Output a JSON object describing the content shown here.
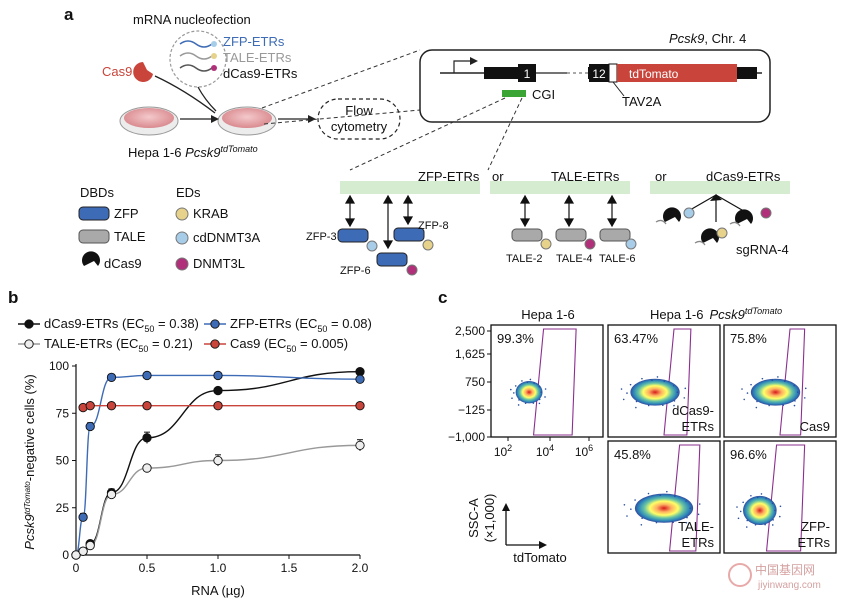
{
  "panel_labels": {
    "a": "a",
    "b": "b",
    "c": "c"
  },
  "panel_a": {
    "nucleofection_title": "mRNA nucleofection",
    "zfp_etrs": "ZFP-ETRs",
    "tale_etrs": "TALE-ETRs",
    "dcas9_etrs": "dCas9-ETRs",
    "cas9": "Cas9",
    "flow_1": "Flow",
    "flow_2": "cytometry",
    "cell_line_prefix": "Hepa 1-6 ",
    "cell_gene": "Pcsk9",
    "cell_sup": "tdTomato",
    "locus_gene": "Pcsk9",
    "locus_chr": ", Chr. 4",
    "exon_1": "1",
    "exon_12": "12",
    "tdtomato": "tdTomato",
    "tav2a": "TAV2A",
    "cgi": "CGI",
    "dbds_title": "DBDs",
    "eds_title": "EDs",
    "dbd_zfp": "ZFP",
    "dbd_tale": "TALE",
    "dbd_dcas9": "dCas9",
    "ed_krab": "KRAB",
    "ed_cddnmt3a": "cdDNMT3A",
    "ed_dnmt3l": "DNMT3L",
    "or": "or",
    "zfp3": "ZFP-3",
    "zfp6": "ZFP-6",
    "zfp8": "ZFP-8",
    "tale2": "TALE-2",
    "tale4": "TALE-4",
    "tale6": "TALE-6",
    "sgrna": "sgRNA-4",
    "colors": {
      "zfp": "#3d6bb5",
      "tale": "#a9a9a9",
      "krab": "#e6d28a",
      "cddnmt3a": "#a8cde8",
      "dnmt3l": "#b0307a",
      "cas9": "#c9453b",
      "cgi": "#3aa535",
      "band": "#d5ecd0"
    }
  },
  "chart_data": {
    "type": "scatter",
    "ylabel_gene": "Pcsk9",
    "ylabel_sup": "tdTomato",
    "ylabel_rest": "-negative cells (%)",
    "xlabel": "RNA (µg)",
    "xlim": [
      0,
      2.0
    ],
    "ylim": [
      0,
      100
    ],
    "xticks": [
      "0",
      "0.5",
      "1.0",
      "1.5",
      "2.0"
    ],
    "yticks": [
      "0",
      "25",
      "50",
      "75",
      "100"
    ],
    "grid": false,
    "legend": "top",
    "series": [
      {
        "name": "dCas9-ETRs (EC",
        "ec": "50",
        "ec_value": " = 0.38)",
        "color": "#111111",
        "x": [
          0,
          0.05,
          0.1,
          0.25,
          0.5,
          1.0,
          2.0
        ],
        "y": [
          0,
          2,
          6,
          33,
          62,
          87,
          97
        ],
        "err": [
          0,
          0,
          1,
          2,
          3,
          1,
          1
        ]
      },
      {
        "name": "ZFP-ETRs (EC",
        "ec": "50",
        "ec_value": " = 0.08)",
        "color": "#3d6bb5",
        "x": [
          0,
          0.05,
          0.1,
          0.25,
          0.5,
          1.0,
          2.0
        ],
        "y": [
          0,
          20,
          68,
          94,
          95,
          95,
          93
        ],
        "err": [
          0,
          2,
          2,
          1,
          1,
          1,
          1
        ]
      },
      {
        "name": "TALE-ETRs (EC",
        "ec": "50",
        "ec_value": " = 0.21)",
        "color": "#999999",
        "x": [
          0,
          0.05,
          0.1,
          0.25,
          0.5,
          1.0,
          2.0
        ],
        "y": [
          0,
          2,
          5,
          32,
          46,
          50,
          58
        ],
        "err": [
          0,
          0,
          1,
          2,
          1,
          3,
          3
        ]
      },
      {
        "name": "Cas9 (EC",
        "ec": "50",
        "ec_value": " = 0.005)",
        "color": "#c9453b",
        "x": [
          0.05,
          0.1,
          0.25,
          0.5,
          1.0,
          2.0
        ],
        "y": [
          78,
          79,
          79,
          79,
          79,
          79
        ],
        "err": [
          0,
          0,
          0,
          0,
          0,
          0
        ]
      }
    ]
  },
  "panel_c": {
    "col1": "Hepa 1-6",
    "col2": "Hepa 1-6",
    "col2_gene": "Pcsk9",
    "col2_sup": "tdTomato",
    "yticks": [
      "2,500",
      "1,625",
      "750",
      "−125",
      "−1,000"
    ],
    "xticks": [
      {
        "base": "10",
        "exp": "2"
      },
      {
        "base": "10",
        "exp": "4"
      },
      {
        "base": "10",
        "exp": "6"
      }
    ],
    "plots": [
      {
        "pct": "99.3%",
        "label1": "",
        "label2": ""
      },
      {
        "pct": "63.47%",
        "label1": "dCas9-",
        "label2": "ETRs"
      },
      {
        "pct": "75.8%",
        "label1": "",
        "label2": "Cas9"
      },
      {
        "pct": "45.8%",
        "label1": "TALE-",
        "label2": "ETRs"
      },
      {
        "pct": "96.6%",
        "label1": "ZFP-",
        "label2": "ETRs"
      }
    ],
    "axis_y": "SSC-A",
    "axis_y_unit": "(×1,000)",
    "axis_x": "tdTomato",
    "watermark_1": "中国基因网",
    "watermark_2": "jiyinwang.com"
  }
}
